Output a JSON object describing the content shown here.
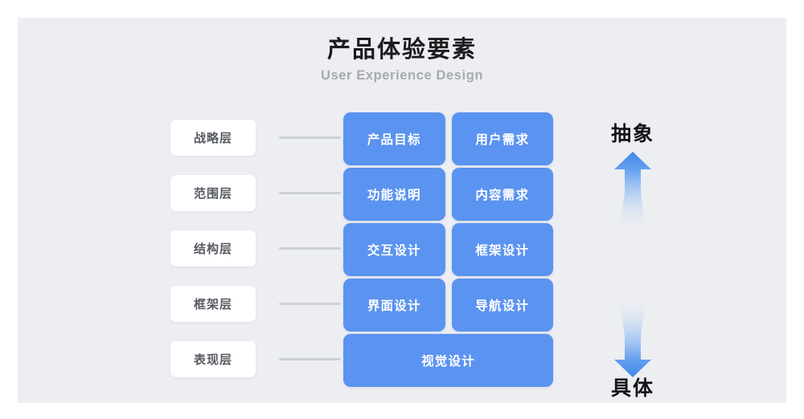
{
  "header": {
    "title": "产品体验要素",
    "subtitle": "User Experience Design"
  },
  "colors": {
    "background": "#edeef2",
    "card_blue": "#5b93f0",
    "label_white": "#ffffff",
    "connector_gray": "#ccd0d6",
    "title_black": "#1c1c1e",
    "subtitle_gray": "#a6a9b0",
    "label_text_gray": "#565a61"
  },
  "matrix": {
    "rows": [
      {
        "layer": "战略层",
        "cards": [
          {
            "label": "产品目标"
          },
          {
            "label": "用户需求"
          }
        ]
      },
      {
        "layer": "范围层",
        "cards": [
          {
            "label": "功能说明"
          },
          {
            "label": "内容需求"
          }
        ]
      },
      {
        "layer": "结构层",
        "cards": [
          {
            "label": "交互设计"
          },
          {
            "label": "框架设计"
          }
        ]
      },
      {
        "layer": "框架层",
        "cards": [
          {
            "label": "界面设计"
          },
          {
            "label": "导航设计"
          }
        ]
      },
      {
        "layer": "表现层",
        "cards": [
          {
            "label": "视觉设计"
          }
        ]
      }
    ]
  },
  "axis": {
    "top_label": "抽象",
    "bottom_label": "具体",
    "up_arrow_icon": "arrow-up-icon",
    "down_arrow_icon": "arrow-down-icon"
  }
}
